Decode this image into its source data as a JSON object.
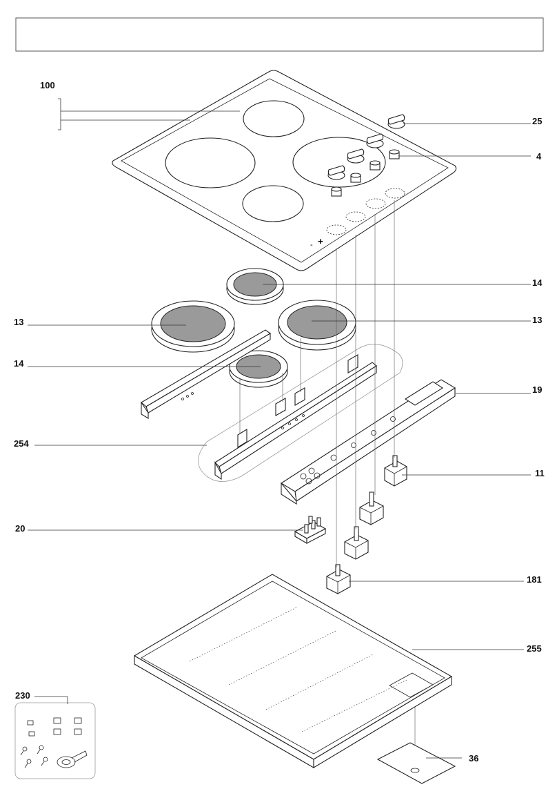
{
  "header_box": {
    "text": ""
  },
  "callouts": {
    "c100": "100",
    "c25": "25",
    "c4": "4",
    "c14a": "14",
    "c13l": "13",
    "c13r": "13",
    "c14b": "14",
    "c19": "19",
    "c254": "254",
    "c11": "11",
    "c20": "20",
    "c181": "181",
    "c255": "255",
    "c230": "230",
    "c36": "36"
  },
  "glass_marks": {
    "minus": "-",
    "plus": "+"
  },
  "colors": {
    "stroke": "#222222",
    "plate_fill": "#9a9a9a",
    "background": "#ffffff"
  }
}
